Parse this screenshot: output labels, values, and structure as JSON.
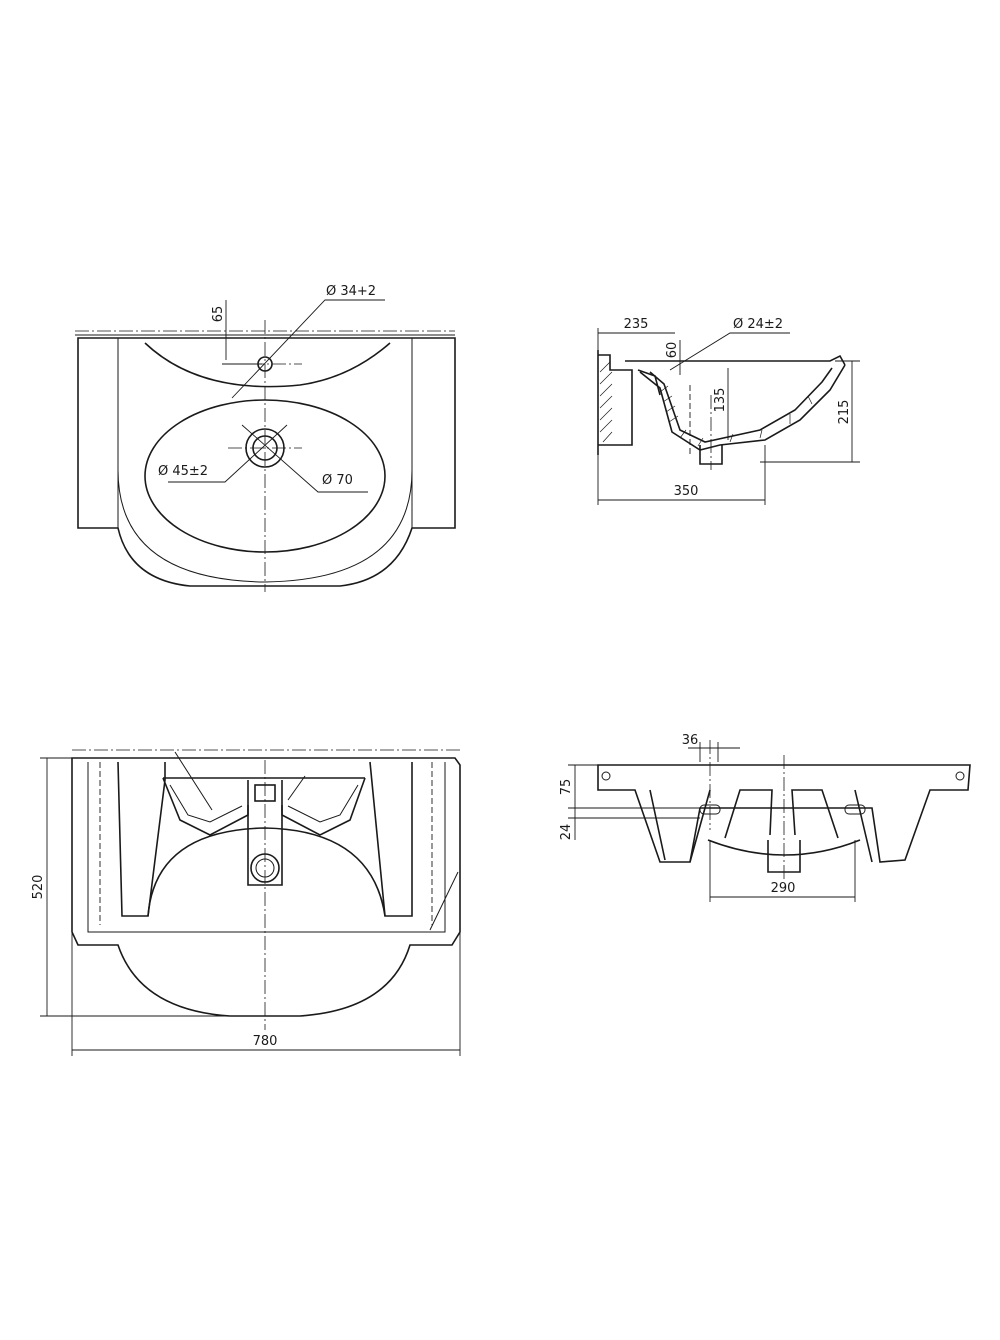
{
  "views": {
    "top": {
      "dim_tap_hole": "Ø 34+2",
      "dim_tap_offset": "65",
      "dim_drain": "Ø 45±2",
      "dim_drain_outer": "Ø 70"
    },
    "side": {
      "dim_235": "235",
      "dim_overflow": "Ø 24±2",
      "dim_60": "60",
      "dim_135": "135",
      "dim_215": "215",
      "dim_350": "350"
    },
    "bottom": {
      "dim_height": "520",
      "dim_width": "780"
    },
    "front": {
      "dim_36": "36",
      "dim_75": "75",
      "dim_24": "24",
      "dim_290": "290"
    }
  }
}
